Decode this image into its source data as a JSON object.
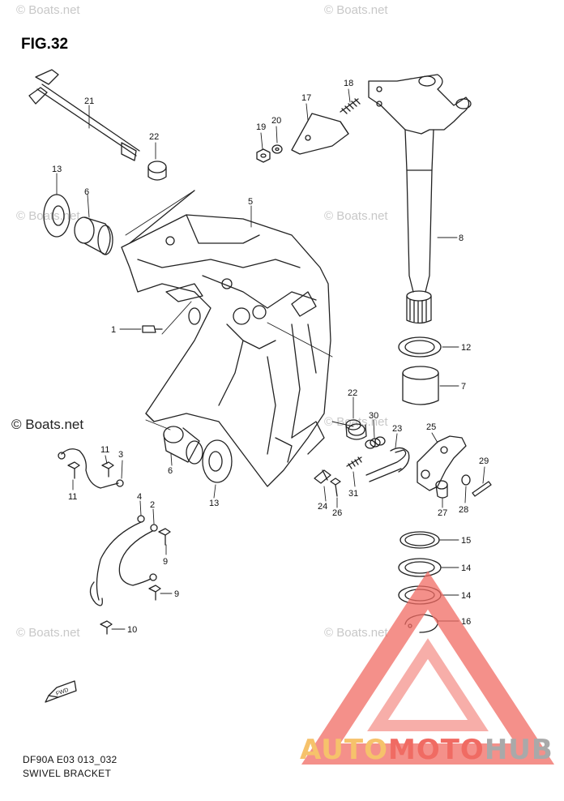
{
  "figure": {
    "title": "FIG.32",
    "code": "DF90A E03 013_032",
    "name": "SWIVEL BRACKET"
  },
  "watermarks": {
    "text": "© Boats.net",
    "brand_part1": "AUTO",
    "brand_part2": "MOTO",
    "brand_part3": "HUB"
  },
  "colors": {
    "line": "#222222",
    "watermark": "#c8c8c8",
    "brand_orange": "#f6c26b",
    "brand_red": "#f06b63",
    "brand_gray": "#a9a9a9"
  },
  "callouts": [
    {
      "label": "21"
    },
    {
      "label": "22"
    },
    {
      "label": "13"
    },
    {
      "label": "6"
    },
    {
      "label": "5"
    },
    {
      "label": "17"
    },
    {
      "label": "18"
    },
    {
      "label": "19"
    },
    {
      "label": "20"
    },
    {
      "label": "8"
    },
    {
      "label": "12"
    },
    {
      "label": "7"
    },
    {
      "label": "1"
    },
    {
      "label": "22"
    },
    {
      "label": "30"
    },
    {
      "label": "23"
    },
    {
      "label": "25"
    },
    {
      "label": "29"
    },
    {
      "label": "24"
    },
    {
      "label": "26"
    },
    {
      "label": "31"
    },
    {
      "label": "27"
    },
    {
      "label": "28"
    },
    {
      "label": "11"
    },
    {
      "label": "3"
    },
    {
      "label": "11"
    },
    {
      "label": "6"
    },
    {
      "label": "13"
    },
    {
      "label": "4"
    },
    {
      "label": "2"
    },
    {
      "label": "9"
    },
    {
      "label": "9"
    },
    {
      "label": "10"
    },
    {
      "label": "15"
    },
    {
      "label": "14"
    },
    {
      "label": "14"
    },
    {
      "label": "16"
    }
  ]
}
